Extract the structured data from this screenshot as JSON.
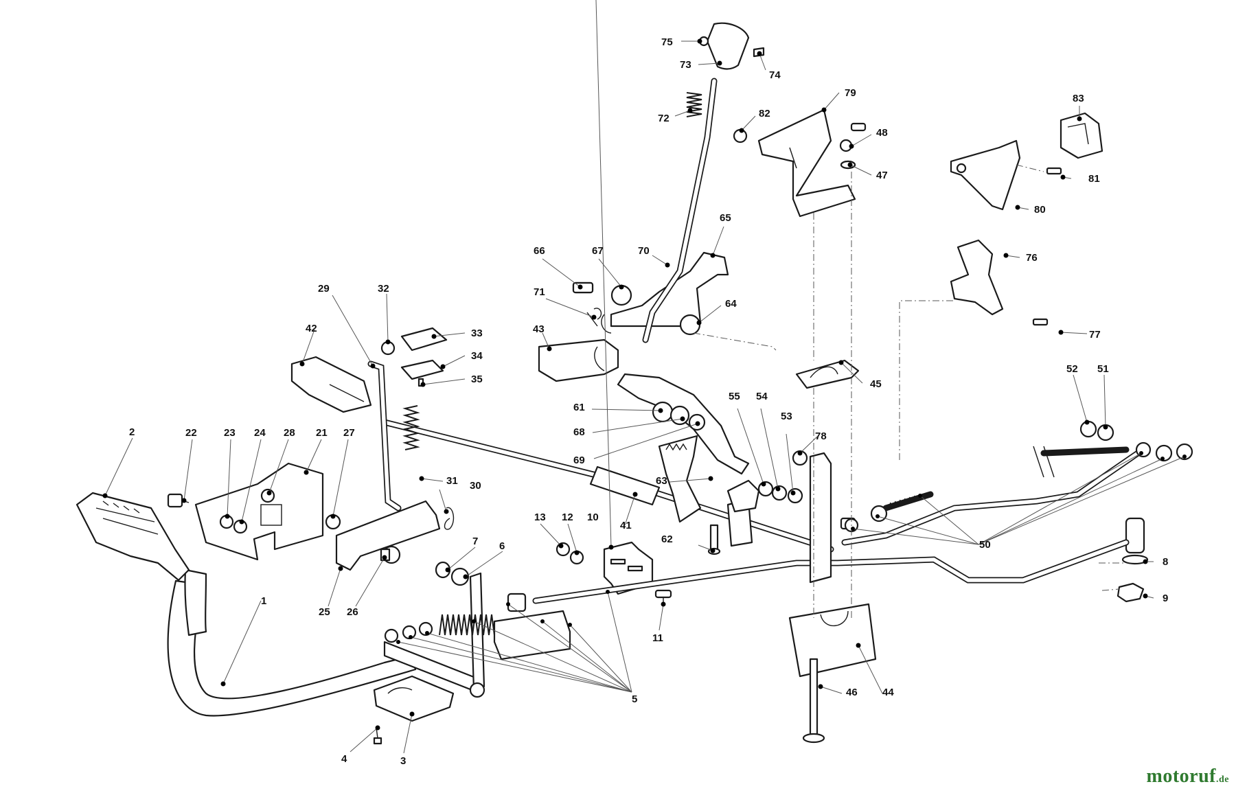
{
  "callouts": [
    {
      "id": "1",
      "label": "1"
    },
    {
      "id": "2",
      "label": "2"
    },
    {
      "id": "3",
      "label": "3"
    },
    {
      "id": "4",
      "label": "4"
    },
    {
      "id": "5",
      "label": "5"
    },
    {
      "id": "6",
      "label": "6"
    },
    {
      "id": "7",
      "label": "7"
    },
    {
      "id": "8",
      "label": "8"
    },
    {
      "id": "9",
      "label": "9"
    },
    {
      "id": "10",
      "label": "10"
    },
    {
      "id": "11",
      "label": "11"
    },
    {
      "id": "12",
      "label": "12"
    },
    {
      "id": "13",
      "label": "13"
    },
    {
      "id": "21",
      "label": "21"
    },
    {
      "id": "22",
      "label": "22"
    },
    {
      "id": "23",
      "label": "23"
    },
    {
      "id": "24",
      "label": "24"
    },
    {
      "id": "25",
      "label": "25"
    },
    {
      "id": "26",
      "label": "26"
    },
    {
      "id": "27",
      "label": "27"
    },
    {
      "id": "28",
      "label": "28"
    },
    {
      "id": "29",
      "label": "29"
    },
    {
      "id": "30",
      "label": "30"
    },
    {
      "id": "31",
      "label": "31"
    },
    {
      "id": "32",
      "label": "32"
    },
    {
      "id": "33",
      "label": "33"
    },
    {
      "id": "34",
      "label": "34"
    },
    {
      "id": "35",
      "label": "35"
    },
    {
      "id": "41",
      "label": "41"
    },
    {
      "id": "42",
      "label": "42"
    },
    {
      "id": "43",
      "label": "43"
    },
    {
      "id": "44",
      "label": "44"
    },
    {
      "id": "45",
      "label": "45"
    },
    {
      "id": "46",
      "label": "46"
    },
    {
      "id": "47",
      "label": "47"
    },
    {
      "id": "48",
      "label": "48"
    },
    {
      "id": "50",
      "label": "50"
    },
    {
      "id": "51",
      "label": "51"
    },
    {
      "id": "52",
      "label": "52"
    },
    {
      "id": "53",
      "label": "53"
    },
    {
      "id": "54",
      "label": "54"
    },
    {
      "id": "55",
      "label": "55"
    },
    {
      "id": "61",
      "label": "61"
    },
    {
      "id": "62",
      "label": "62"
    },
    {
      "id": "63",
      "label": "63"
    },
    {
      "id": "64",
      "label": "64"
    },
    {
      "id": "65",
      "label": "65"
    },
    {
      "id": "66",
      "label": "66"
    },
    {
      "id": "67",
      "label": "67"
    },
    {
      "id": "68",
      "label": "68"
    },
    {
      "id": "69",
      "label": "69"
    },
    {
      "id": "70",
      "label": "70"
    },
    {
      "id": "71",
      "label": "71"
    },
    {
      "id": "72",
      "label": "72"
    },
    {
      "id": "73",
      "label": "73"
    },
    {
      "id": "74",
      "label": "74"
    },
    {
      "id": "75",
      "label": "75"
    },
    {
      "id": "76",
      "label": "76"
    },
    {
      "id": "77",
      "label": "77"
    },
    {
      "id": "78",
      "label": "78"
    },
    {
      "id": "79",
      "label": "79"
    },
    {
      "id": "80",
      "label": "80"
    },
    {
      "id": "81",
      "label": "81"
    },
    {
      "id": "82",
      "label": "82"
    },
    {
      "id": "83",
      "label": "83"
    }
  ],
  "watermark": {
    "main": "motoruf",
    "suffix": ".de"
  },
  "colors": {
    "line": "#1a1a1a",
    "brand_green": "#2f7a2f",
    "brand_blue": "#1f4f9a"
  }
}
